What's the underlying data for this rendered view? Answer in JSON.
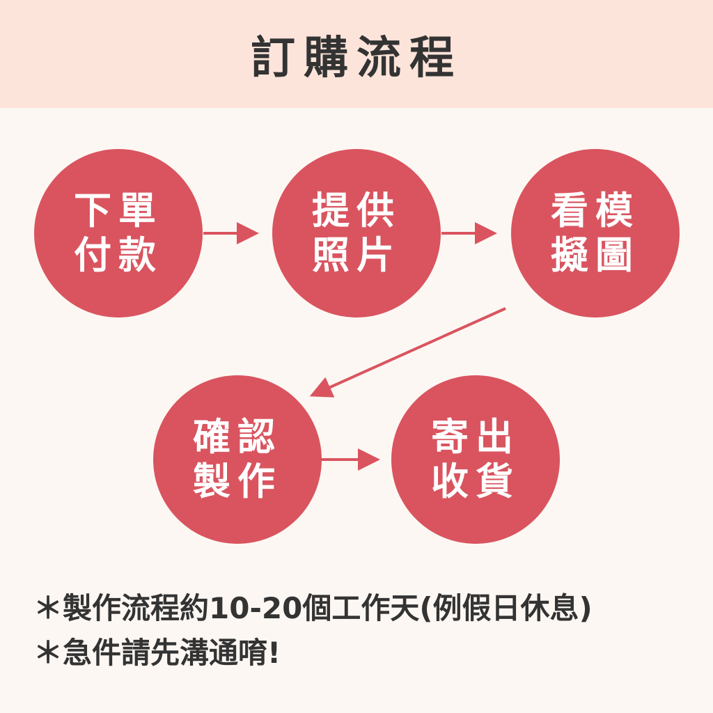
{
  "header": {
    "title": "訂購流程"
  },
  "steps": [
    {
      "line1": "下單",
      "line2": "付款"
    },
    {
      "line1": "提供",
      "line2": "照片"
    },
    {
      "line1": "看模",
      "line2": "擬圖"
    },
    {
      "line1": "確認",
      "line2": "製作"
    },
    {
      "line1": "寄出",
      "line2": "收貨"
    }
  ],
  "notes": [
    "＊製作流程約10-20個工作天(例假日休息)",
    "＊急件請先溝通唷!"
  ],
  "colors": {
    "accent": "#d9545f",
    "header_bg": "#fde4da",
    "page_bg": "#fdf7f3",
    "text": "#333333"
  }
}
